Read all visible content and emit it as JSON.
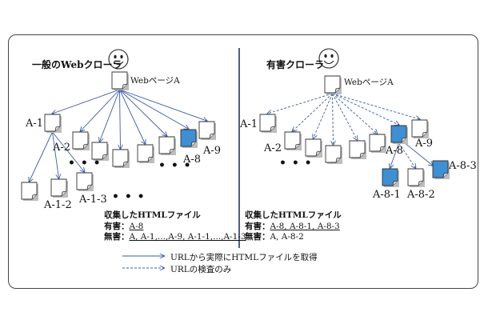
{
  "left": {
    "title": "一般のWebクローラ",
    "root_label": "WebページA",
    "labels": {
      "a1": "A-1",
      "a2": "A-2",
      "a8": "A-8",
      "a9": "A-9",
      "a12": "A-1-2",
      "a13": "A-1-3"
    },
    "collected_title": "収集したHTMLファイル",
    "harmful_label": "有害：",
    "harmful_value": "A-8",
    "harmless_label": "無害：",
    "harmless_value": "A, A-1,...,A-9, A-1-1,...,A-1-3"
  },
  "right": {
    "title": "有害クローラ",
    "root_label": "WebページA",
    "labels": {
      "a1": "A-1",
      "a2": "A-2",
      "a8": "A-8",
      "a9": "A-9",
      "a81": "A-8-1",
      "a82": "A-8-2",
      "a83": "A-8-3"
    },
    "collected_title": "収集したHTMLファイル",
    "harmful_label": "有害：",
    "harmful_value": "A-8, A-8-1, A-8-3",
    "harmless_label": "無害：",
    "harmless_value": "A, A-8-2"
  },
  "legend": {
    "solid": "URLから実際にHTMLファイルを取得",
    "dashed": "URLの検査のみ"
  },
  "dots": "• • •",
  "colors": {
    "harmful_fill": "#3f8fd2",
    "page_fill": "#ffffff",
    "arrow": "#3b5ba5",
    "stroke": "#333333"
  }
}
